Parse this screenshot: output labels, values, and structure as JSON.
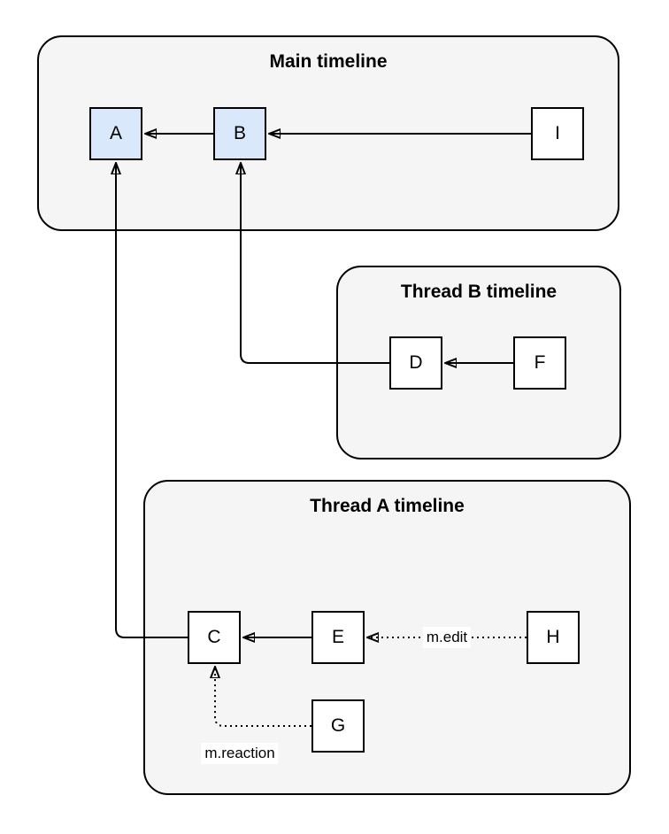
{
  "diagram": {
    "containers": [
      {
        "id": "main",
        "title": "Main timeline"
      },
      {
        "id": "thread-b",
        "title": "Thread B timeline"
      },
      {
        "id": "thread-a",
        "title": "Thread A timeline"
      }
    ],
    "nodes": {
      "A": {
        "label": "A",
        "container": "Main timeline",
        "highlighted": true
      },
      "B": {
        "label": "B",
        "container": "Main timeline",
        "highlighted": true
      },
      "I": {
        "label": "I",
        "container": "Main timeline",
        "highlighted": false
      },
      "D": {
        "label": "D",
        "container": "Thread B timeline",
        "highlighted": false
      },
      "F": {
        "label": "F",
        "container": "Thread B timeline",
        "highlighted": false
      },
      "C": {
        "label": "C",
        "container": "Thread A timeline",
        "highlighted": false
      },
      "E": {
        "label": "E",
        "container": "Thread A timeline",
        "highlighted": false
      },
      "H": {
        "label": "H",
        "container": "Thread A timeline",
        "highlighted": false
      },
      "G": {
        "label": "G",
        "container": "Thread A timeline",
        "highlighted": false
      }
    },
    "edges": [
      {
        "from": "B",
        "to": "A",
        "style": "solid"
      },
      {
        "from": "I",
        "to": "B",
        "style": "solid"
      },
      {
        "from": "F",
        "to": "D",
        "style": "solid"
      },
      {
        "from": "D",
        "to": "B",
        "style": "solid"
      },
      {
        "from": "E",
        "to": "C",
        "style": "solid"
      },
      {
        "from": "C",
        "to": "A",
        "style": "solid"
      },
      {
        "from": "H",
        "to": "E",
        "style": "dotted",
        "label": "m.edit"
      },
      {
        "from": "G",
        "to": "C",
        "style": "dotted",
        "label": "m.reaction"
      }
    ],
    "colors": {
      "page_bg": "#ffffff",
      "container_fill": "#f5f5f5",
      "container_stroke": "#000000",
      "node_fill": "#ffffff",
      "node_highlight_fill": "#dae8fc",
      "node_stroke": "#000000",
      "edge_color": "#000000",
      "label_bg": "#ffffff",
      "text": "#000000"
    }
  }
}
